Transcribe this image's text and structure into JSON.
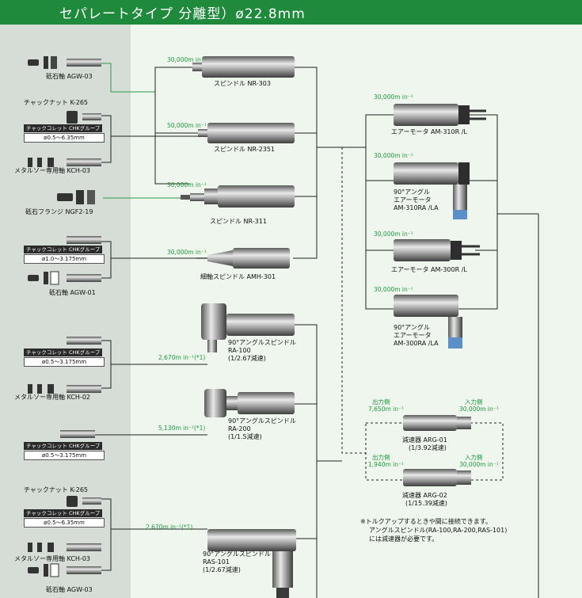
{
  "header": {
    "title": "セパレートタイプ 分離型）ø22.8mm",
    "bar_color": "#1f8a3c"
  },
  "colors": {
    "left_panel": "#d6ddd6",
    "right_panel": "#eef6ee",
    "speed_text": "#1f9a3c"
  },
  "accessories": {
    "agw03_top": "砥石軸 AGW-03",
    "chuck_nut_1": "チャックナット K-265",
    "chk_collet_1": "チャックコレット CHKグループ",
    "chk_range_1": "ø0.5～6.35mm",
    "kch03_1": "メタルソー専用軸 KCH-03",
    "ngf219": "砥石フランジ NGF2-19",
    "chk_collet_2": "チャックコレット CHKグループ",
    "chk_range_2": "ø1.0～3.175mm",
    "agw01": "砥石軸 AGW-01",
    "chk_collet_3": "チャックコレット CHKグループ",
    "chk_range_3": "ø0.5～3.175mm",
    "kch02": "メタルソー専用軸 KCH-02",
    "chk_collet_4": "チャックコレット CHKグループ",
    "chk_range_4": "ø0.5～3.175mm",
    "chuck_nut_2": "チャックナット K-265",
    "chk_collet_5": "チャックコレット CHKグループ",
    "chk_range_5": "ø0.5～6.35mm",
    "kch03_2": "メタルソー専用軸 KCH-03",
    "agw03_bottom": "砥石軸 AGW-03"
  },
  "spindles": {
    "nr303": {
      "name": "スピンドル NR-303",
      "speed": "30,000m in⁻¹"
    },
    "nr2351": {
      "name": "スピンドル NR-2351",
      "speed": "50,000m in⁻¹"
    },
    "nr311": {
      "name": "スピンドル NR-311",
      "speed": "30,000m in⁻¹"
    },
    "amh301": {
      "name": "細軸スピンドル AMH-301",
      "speed": "30,000m in⁻¹"
    },
    "ra100": {
      "name1": "90°アングルスピンドル",
      "name2": "RA-100",
      "ratio": "(1/2.67減速)",
      "speed": "2,670m in⁻¹(*1)"
    },
    "ra200": {
      "name1": "90°アングルスピンドル",
      "name2": "RA-200",
      "ratio": "(1/1.5減速)",
      "speed": "5,130m in⁻¹(*1)"
    },
    "ras101": {
      "name1": "90°アングルスピンドル",
      "name2": "RAS-101",
      "ratio": "(1/2.67減速)",
      "speed": "2,670m in⁻¹(*1)"
    }
  },
  "motors": {
    "am310r": {
      "name": "エアーモータ AM-310R /L",
      "speed": "30,000m in⁻¹"
    },
    "am310ra": {
      "name1": "90°アングル",
      "name2": "エアーモータ",
      "name3": "AM-310RA /LA",
      "speed": "30,000m in⁻¹"
    },
    "am300r": {
      "name": "エアーモータ AM-300R /L",
      "speed": "30,000m in⁻¹"
    },
    "am300ra": {
      "name1": "90°アングル",
      "name2": "エアーモータ",
      "name3": "AM-300RA /LA",
      "speed": "30,000m in⁻¹"
    }
  },
  "reducers": {
    "out_label": "出力側",
    "in_label": "入力側",
    "arg01": {
      "name": "減速器 ARG-01",
      "ratio": "(1/3.92減速)",
      "out_speed": "7,650m in⁻¹",
      "in_speed": "30,000m in⁻¹"
    },
    "arg02": {
      "name": "減速器 ARG-02",
      "ratio": "(1/15.39減速)",
      "out_speed": "1,940m in⁻¹",
      "in_speed": "30,000m in⁻¹"
    }
  },
  "footnote": {
    "line1": "※トルクアップするときや間に接続できます。",
    "line2": "アングルスピンドル(RA-100,RA-200,RAS-101)",
    "line3": "には減速器が必要です。"
  }
}
